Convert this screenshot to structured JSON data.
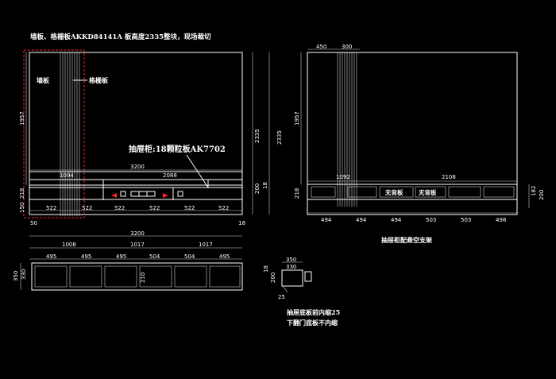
{
  "title": "墙板、格栅板AKKD84141A 板高度2335整块，现场裁切",
  "labels": {
    "wall_panel": "墙板",
    "grille_panel": "格栅板",
    "drawer_cabinet": "抽屉柜:18颗粒板AK7702",
    "no_back_1": "无背板",
    "no_back_2": "无背板",
    "support_note": "抽屉柜配悬空支架",
    "bottom_note_line1": "抽屉底板前内缩25",
    "bottom_note_line2": "下翻门底板不内缩"
  },
  "dims": {
    "left": {
      "h1957": "1957",
      "w3200": "3200",
      "w1094": "1094",
      "w2088": "2088",
      "h218": "218",
      "h150": "150",
      "h2335": "2335",
      "h200": "200",
      "h18": "18",
      "w522": [
        "522",
        "522",
        "522",
        "522",
        "522",
        "522"
      ],
      "w50": "50",
      "w18b": "18"
    },
    "right": {
      "w450": "450",
      "w300": "300",
      "h2335": "2335",
      "h1957": "1957",
      "w1092": "1092",
      "w2108": "2108",
      "h218": "218",
      "h182": "182",
      "h200": "200",
      "w_bottom": [
        "494",
        "494",
        "494",
        "503",
        "503",
        "498"
      ]
    },
    "plan": {
      "w3200": "3200",
      "w50": "50",
      "w18": "18",
      "w_mid": [
        "1008",
        "1017",
        "1017"
      ],
      "w_low": [
        "495",
        "495",
        "495",
        "504",
        "504",
        "495"
      ],
      "h350": "350",
      "h330": "330",
      "h210": "210"
    },
    "section": {
      "w350": "350",
      "w330": "330",
      "h200": "200",
      "h18": "18",
      "d25": "25"
    }
  }
}
